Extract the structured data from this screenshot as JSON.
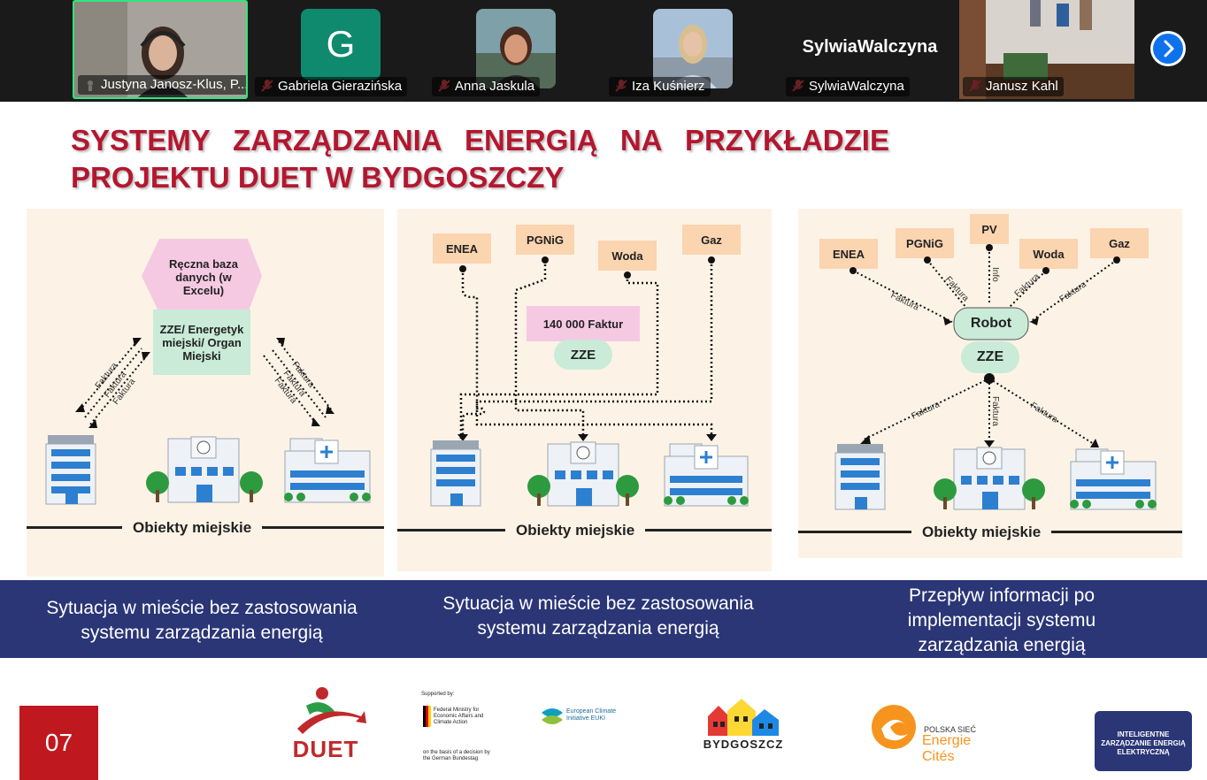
{
  "participants": [
    {
      "name": "Justyna Janosz-Klus, P...",
      "muted": false,
      "active": true
    },
    {
      "name": "Gabriela Gierazińska",
      "muted": true,
      "avatar_letter": "G"
    },
    {
      "name": "Anna Jaskula",
      "muted": true
    },
    {
      "name": "Iza Kuśnierz",
      "muted": true
    },
    {
      "name": "SylwiaWalczyna",
      "muted": true,
      "display_text": "SylwiaWalczyna"
    },
    {
      "name": "Janusz Kahl",
      "muted": true
    }
  ],
  "slide": {
    "title_line1": [
      "SYSTEMY",
      "ZARZĄDZANIA",
      "ENERGIĄ",
      "NA",
      "PRZYKŁADZIE"
    ],
    "title_line2": "PROJEKTU DUET W BYDGOSZCZY",
    "panel1": {
      "db_box": "Ręczna baza danych (w Excelu)",
      "zze_box": "ZZE/ Energetyk miejski/ Organ Miejski",
      "faktura": "Faktura",
      "objects_label": "Obiekty miejskie"
    },
    "panel2": {
      "sources": [
        "ENEA",
        "PGNiG",
        "Woda",
        "Gaz"
      ],
      "count_box": "140 000 Faktur",
      "zze": "ZZE",
      "objects_label": "Obiekty miejskie"
    },
    "panel3": {
      "sources": [
        "ENEA",
        "PGNiG",
        "PV",
        "Woda",
        "Gaz"
      ],
      "robot": "Robot",
      "zze": "ZZE",
      "faktura": "Faktura",
      "info": "Info",
      "objects_label": "Obiekty miejskie"
    },
    "captions": [
      "Sytuacja w mieście bez zastosowania systemu zarządzania energią",
      "Sytuacja w mieście bez zastosowania systemu zarządzania energią",
      "Przepływ informacji po implementacji systemu zarządzania energią"
    ],
    "page_number": "07",
    "logos": {
      "duet": "DUET",
      "bmwk_supported": "Supported by:",
      "bmwk_name": "Federal Ministry for Economic Affairs and Climate Action",
      "bmwk_basis": "on the basis of a decision by the German Bundestag",
      "euki": "European Climate Initiative EUKI",
      "bydgoszcz": "BYDGOSZCZ",
      "pnec_top": "POLSKA SIEĆ",
      "pnec_bottom": "Energie Cités",
      "izee": "INTELIGENTNE ZARZĄDZANIE ENERGIĄ ELEKTRYCZNĄ"
    }
  },
  "colors": {
    "title_red": "#b3172f",
    "caption_band": "#2b3677",
    "panel_bg": "#fcf3e6",
    "source_box": "#fbd4b0",
    "zze_pill": "#c9ebd8",
    "pink_box": "#f6c9e3",
    "active_speaker_border": "#2ee67d",
    "page_number_bg": "#c0181f"
  }
}
